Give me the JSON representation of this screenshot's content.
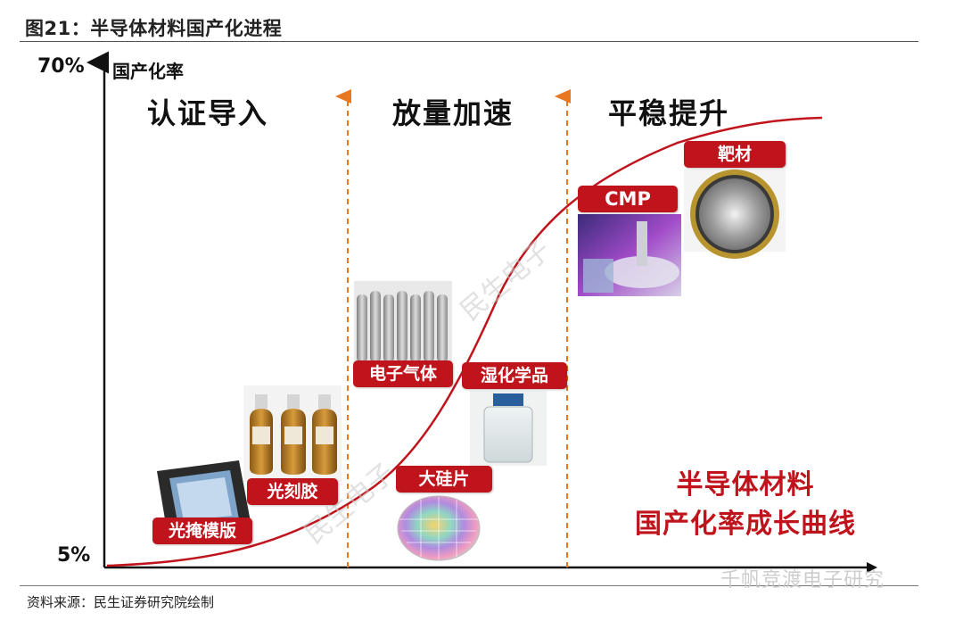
{
  "header": {
    "title": "图21：半导体材料国产化进程"
  },
  "axis": {
    "y_top": "70%",
    "y_bottom": "5%",
    "y_title": "国产化率"
  },
  "phases": [
    "认证导入",
    "放量加速",
    "平稳提升"
  ],
  "materials": {
    "photomask": "光掩模版",
    "photoresist": "光刻胶",
    "wafer": "大硅片",
    "gas": "电子气体",
    "chemicals": "湿化学品",
    "cmp": "CMP",
    "target": "靶材"
  },
  "caption": {
    "line1": "半导体材料",
    "line2": "国产化率成长曲线"
  },
  "footer": {
    "source": "资料来源：民生证券研究院绘制",
    "watermark": "千帆竞渡电子研究"
  },
  "watermarks": [
    "民生电子",
    "民生电子"
  ],
  "colors": {
    "accent": "#c0141c",
    "divider": "#e87722"
  }
}
